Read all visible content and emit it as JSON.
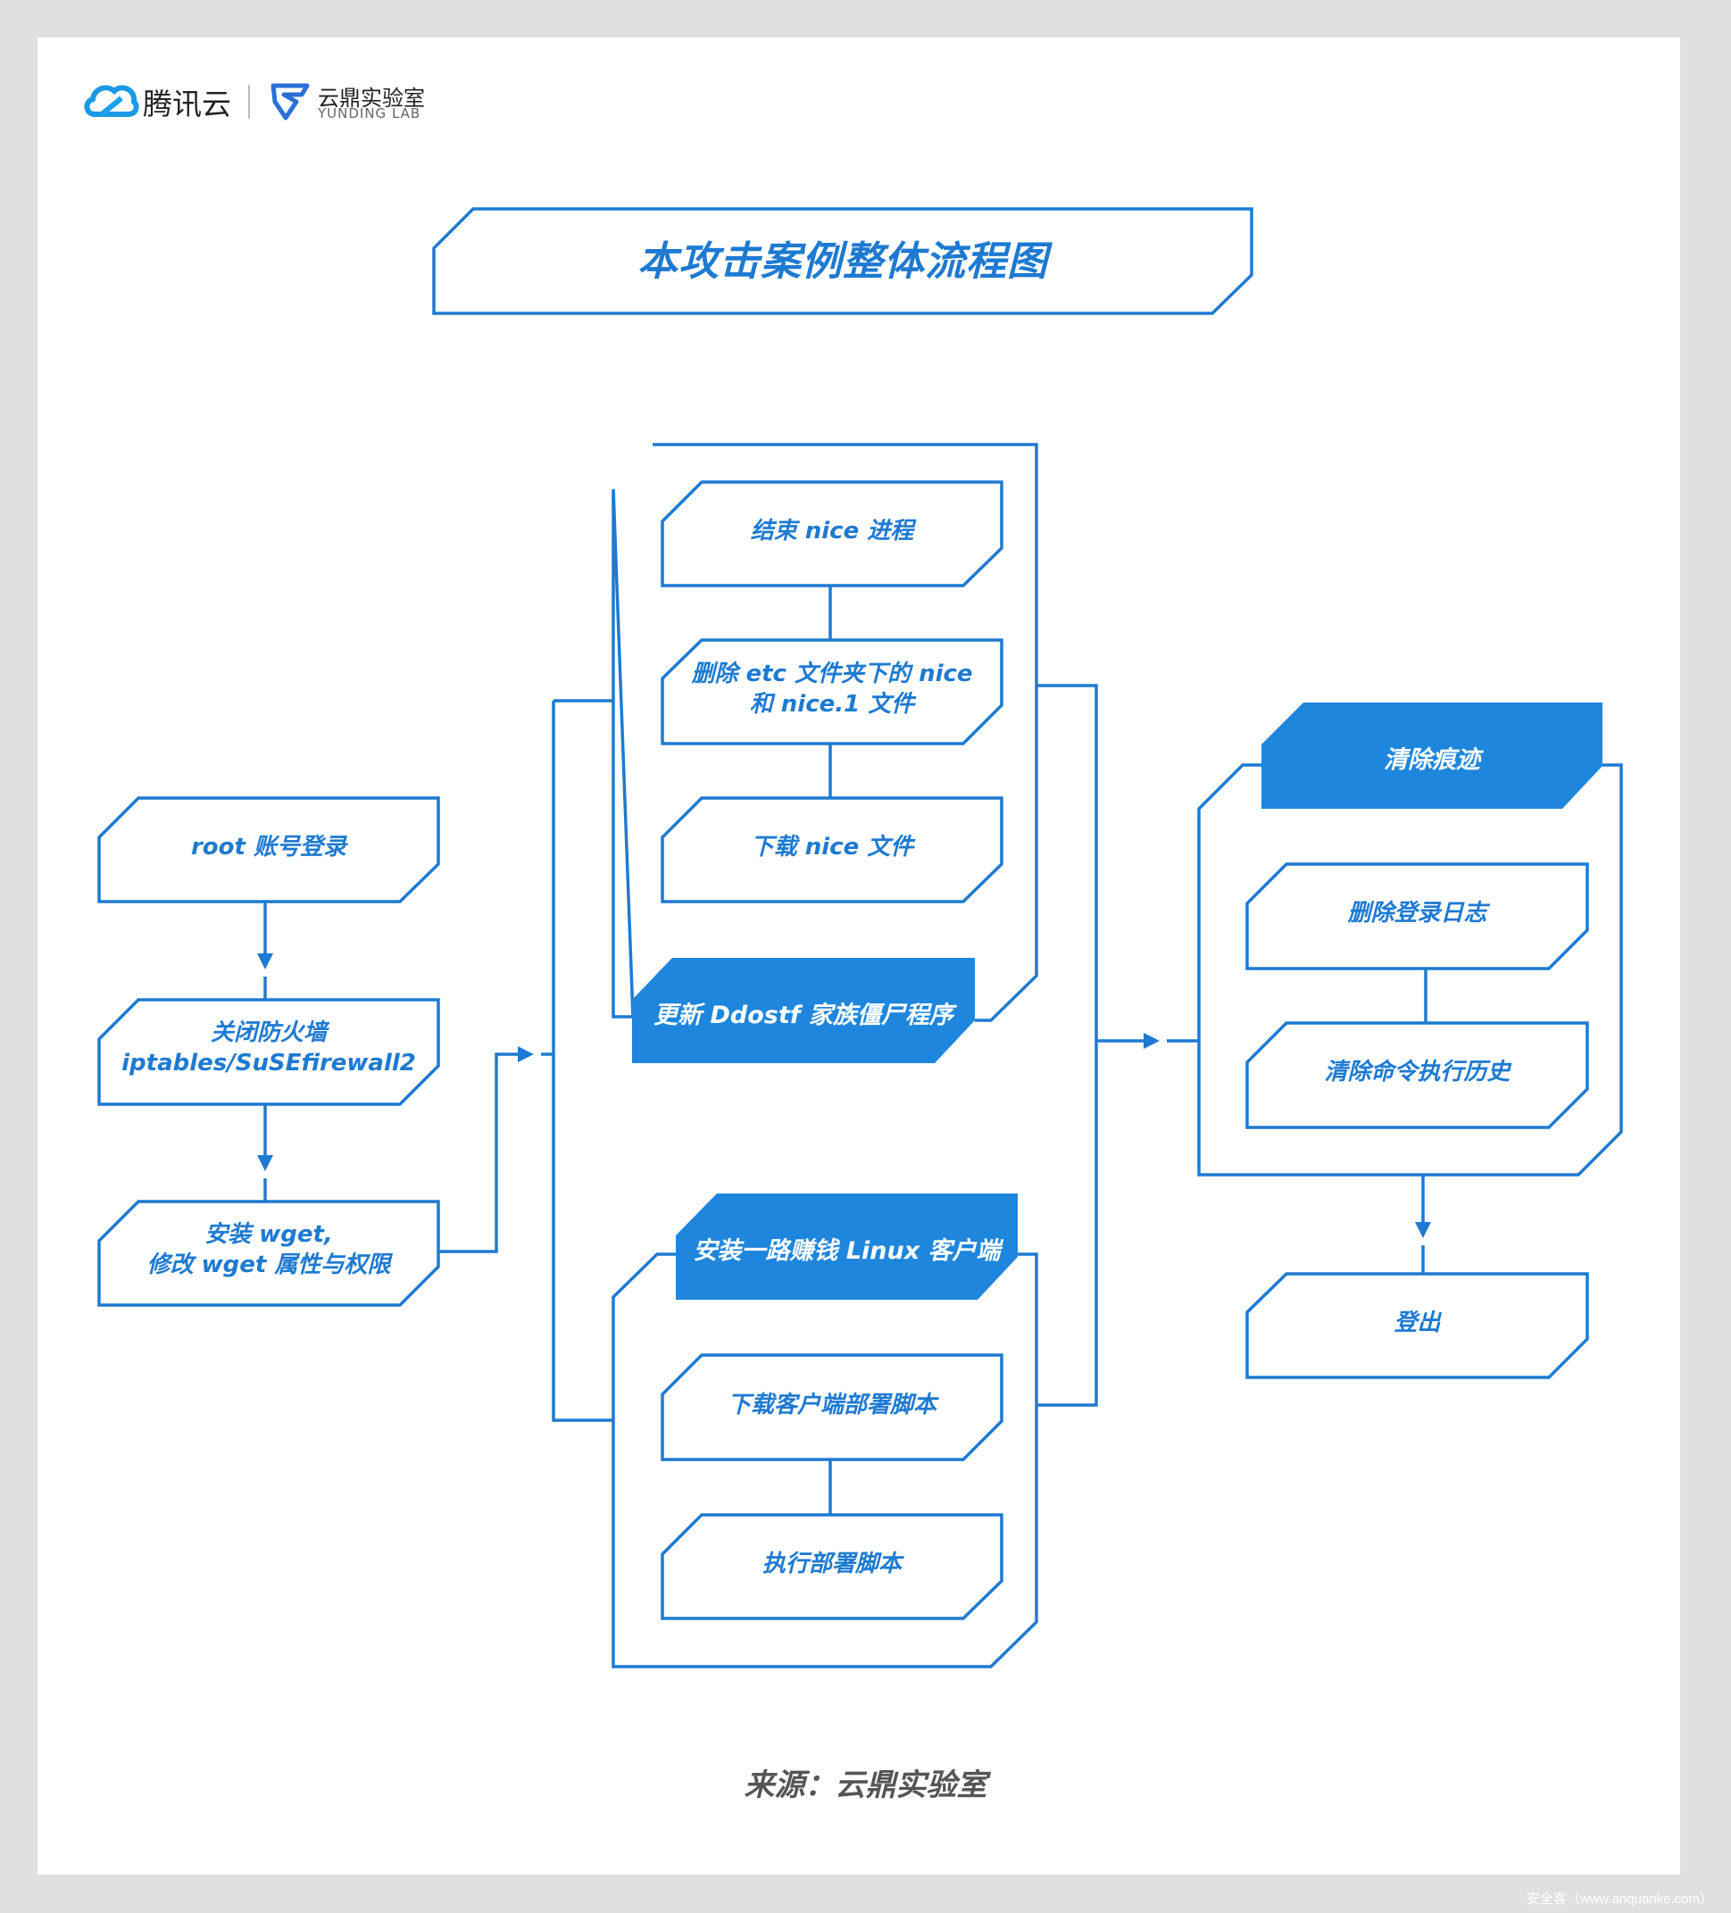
{
  "brand": {
    "tencent_cloud": "腾讯云",
    "yunding_cn": "云鼎实验室",
    "yunding_en": "YUNDING LAB"
  },
  "title": "本攻击案例整体流程图",
  "left_column": {
    "root_login": "root 账号登录",
    "close_firewall": [
      "关闭防火墙",
      "iptables/SuSEfirewall2"
    ],
    "install_wget": [
      "安装 wget,",
      "修改 wget 属性与权限"
    ]
  },
  "update_group": {
    "header": "更新 Ddostf 家族僵尸程序",
    "steps": [
      [
        "结束 nice 进程"
      ],
      [
        "删除 etc 文件夹下的 nice",
        "和 nice.1 文件"
      ],
      [
        "下载 nice 文件"
      ]
    ]
  },
  "install_group": {
    "header": "安装一路赚钱 Linux 客户端",
    "steps": [
      [
        "下载客户端部署脚本"
      ],
      [
        "执行部署脚本"
      ]
    ]
  },
  "cleanup_group": {
    "header": "清除痕迹",
    "steps": [
      [
        "删除登录日志"
      ],
      [
        "清除命令执行历史"
      ]
    ]
  },
  "logout": "登出",
  "source": "来源：云鼎实验室",
  "watermark": "安全客（www.anquanke.com）",
  "colors": {
    "accent": "#1e86dc",
    "stroke": "#1e7ad1",
    "background": "#e1e0e1",
    "card": "#ffffff"
  }
}
